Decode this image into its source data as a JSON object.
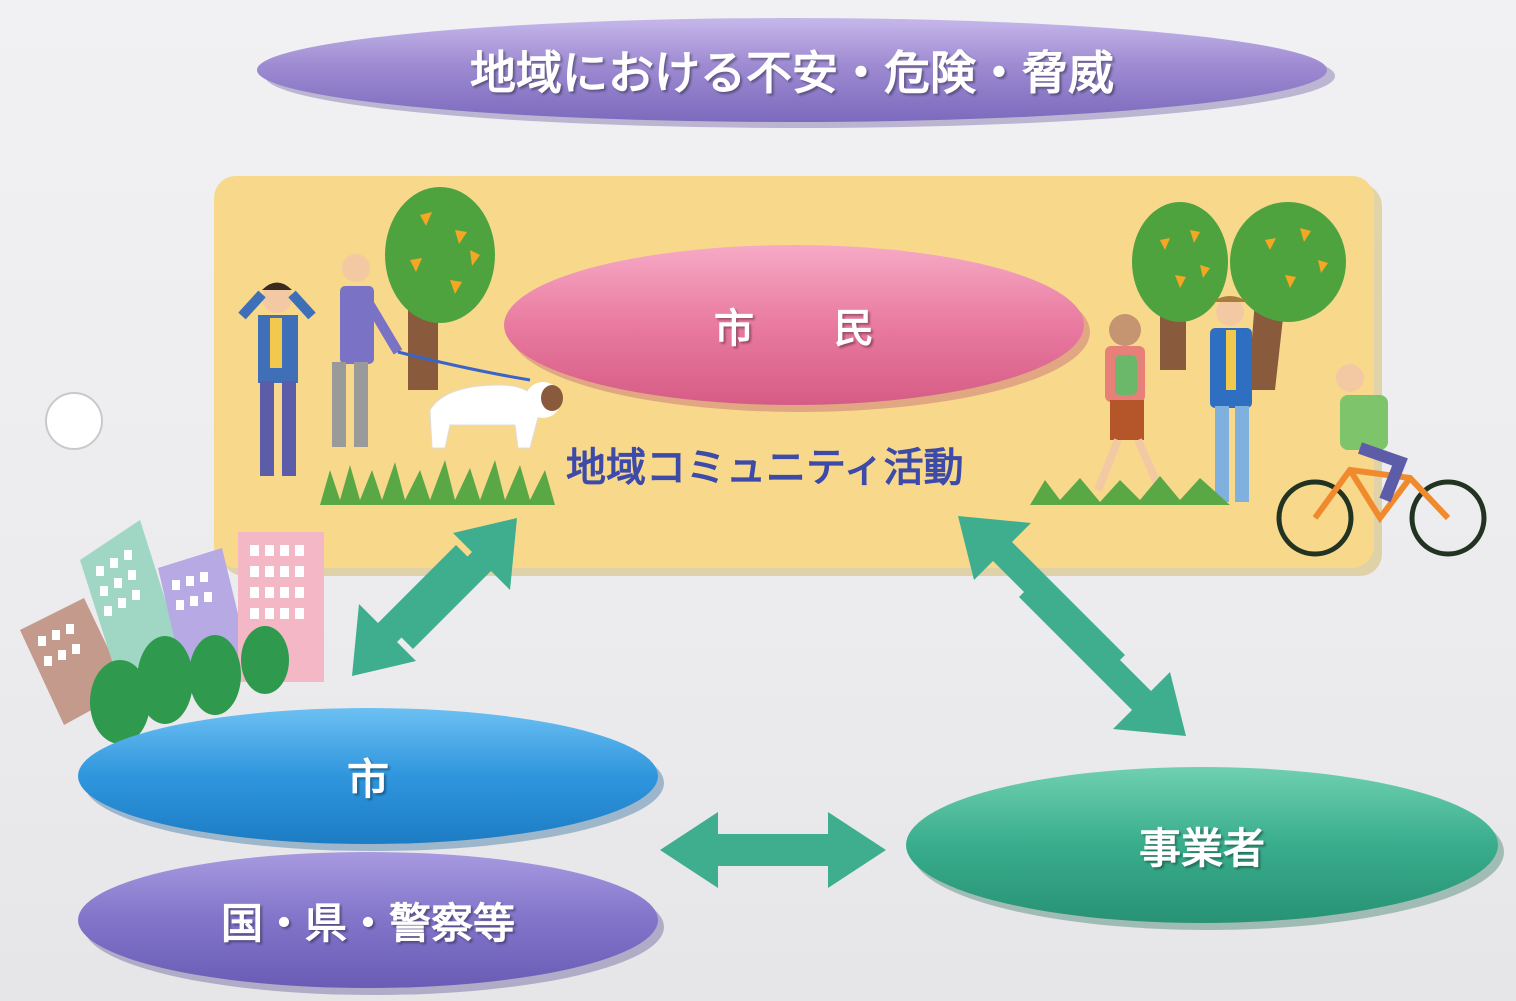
{
  "title": "地域における不安・危険・脅威",
  "nodes": {
    "citizens": "市　　民",
    "community": "地域コミュニティ活動",
    "city": "市",
    "national": "国・県・警察等",
    "business": "事業者"
  },
  "colors": {
    "title_ellipse": "#9a86cf",
    "citizens_ellipse": "#e97aa0",
    "community_panel": "#f8d98c",
    "city_ellipse": "#2f96dd",
    "national_ellipse": "#8174c9",
    "business_ellipse": "#38ad8c",
    "arrows": "#3fae8e",
    "community_text": "#3d4aa8"
  }
}
